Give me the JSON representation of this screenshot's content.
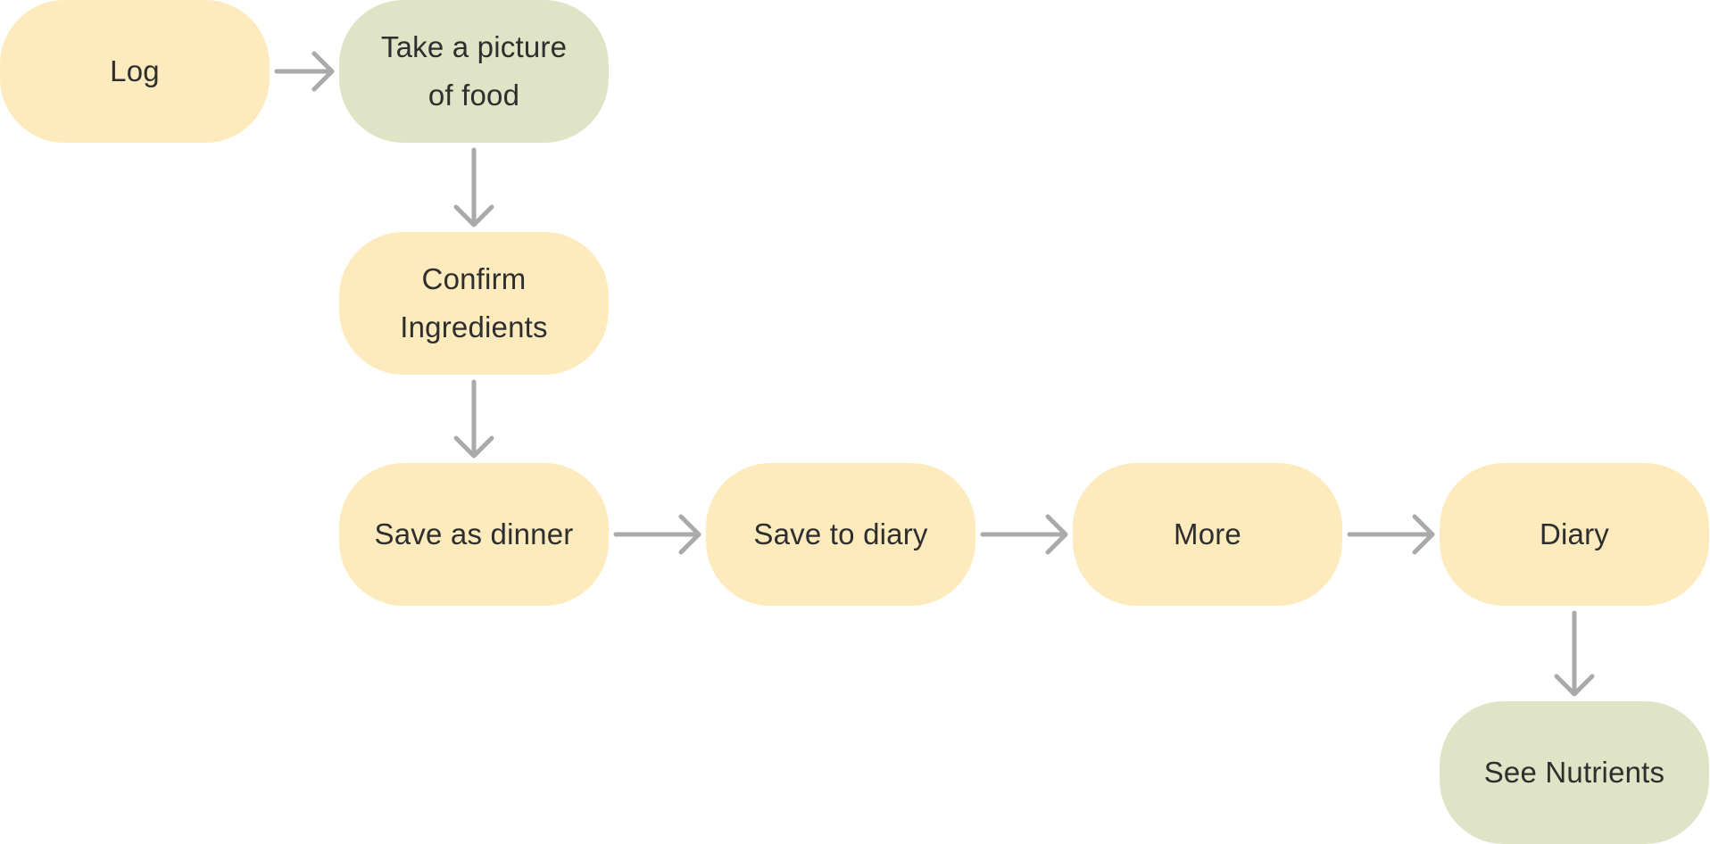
{
  "diagram": {
    "colors": {
      "step": "#fdebbd",
      "highlight": "#dfe4c6",
      "arrow": "#aaaaaa",
      "text": "#2e2e2e",
      "background": "#ffffff"
    },
    "nodes": [
      {
        "id": "log",
        "label": "Log",
        "kind": "step"
      },
      {
        "id": "take-picture",
        "label": "Take a picture\nof food",
        "kind": "highlight"
      },
      {
        "id": "confirm-ingredients",
        "label": "Confirm\nIngredients",
        "kind": "step"
      },
      {
        "id": "save-as-dinner",
        "label": "Save as dinner",
        "kind": "step"
      },
      {
        "id": "save-to-diary",
        "label": "Save to diary",
        "kind": "step"
      },
      {
        "id": "more",
        "label": "More",
        "kind": "step"
      },
      {
        "id": "diary",
        "label": "Diary",
        "kind": "step"
      },
      {
        "id": "see-nutrients",
        "label": "See Nutrients",
        "kind": "highlight"
      }
    ],
    "edges": [
      {
        "from": "log",
        "to": "take-picture"
      },
      {
        "from": "take-picture",
        "to": "confirm-ingredients"
      },
      {
        "from": "confirm-ingredients",
        "to": "save-as-dinner"
      },
      {
        "from": "save-as-dinner",
        "to": "save-to-diary"
      },
      {
        "from": "save-to-diary",
        "to": "more"
      },
      {
        "from": "more",
        "to": "diary"
      },
      {
        "from": "diary",
        "to": "see-nutrients"
      }
    ]
  }
}
